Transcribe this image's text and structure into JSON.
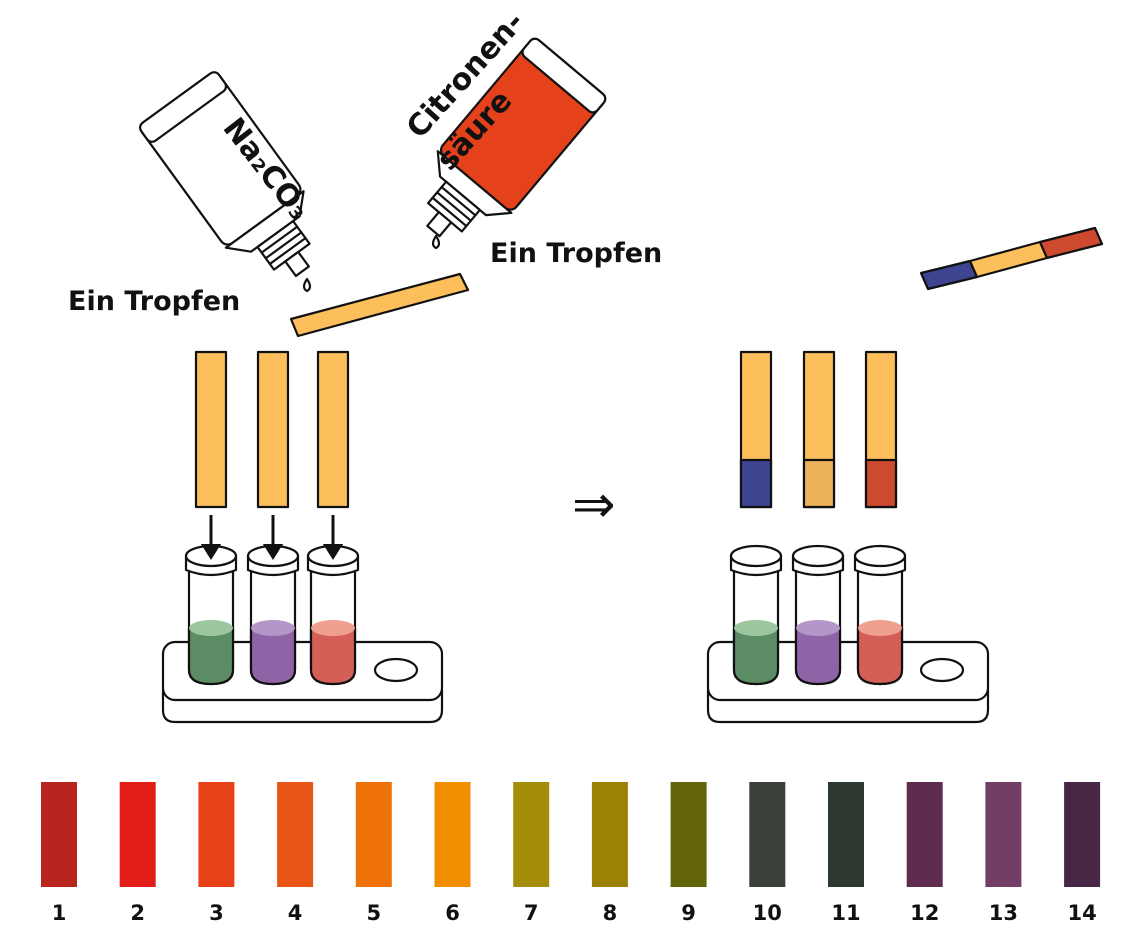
{
  "labels": {
    "bottle_left": "Na₂CO₃",
    "bottle_right_line1": "Citronen-",
    "bottle_right_line2": "säure",
    "drop_left": "Ein Tropfen",
    "drop_right": "Ein Tropfen",
    "implies": "⇒"
  },
  "colors": {
    "strip_base": "#fdbf5c",
    "bottle_red": "#e5421b",
    "ink": "#111111",
    "tube_green": "#5b8c63",
    "tube_green_top": "#9cc79e",
    "tube_purple": "#8e64a6",
    "tube_purple_top": "#b596c8",
    "tube_red": "#d35f56",
    "tube_red_top": "#f0a08e",
    "result_blue": "#3d4490",
    "result_neutral": "#edb35a",
    "result_red": "#cd4a2e"
  },
  "scale": [
    {
      "label": "1",
      "color": "#b8251e"
    },
    {
      "label": "2",
      "color": "#e31e19"
    },
    {
      "label": "3",
      "color": "#e84318"
    },
    {
      "label": "4",
      "color": "#e95515"
    },
    {
      "label": "5",
      "color": "#ee7207"
    },
    {
      "label": "6",
      "color": "#f18e00"
    },
    {
      "label": "7",
      "color": "#a48d09"
    },
    {
      "label": "8",
      "color": "#9c8202"
    },
    {
      "label": "9",
      "color": "#626507"
    },
    {
      "label": "10",
      "color": "#3a413b"
    },
    {
      "label": "11",
      "color": "#2d3830"
    },
    {
      "label": "12",
      "color": "#5f2b4f"
    },
    {
      "label": "13",
      "color": "#733e66"
    },
    {
      "label": "14",
      "color": "#482746"
    }
  ]
}
